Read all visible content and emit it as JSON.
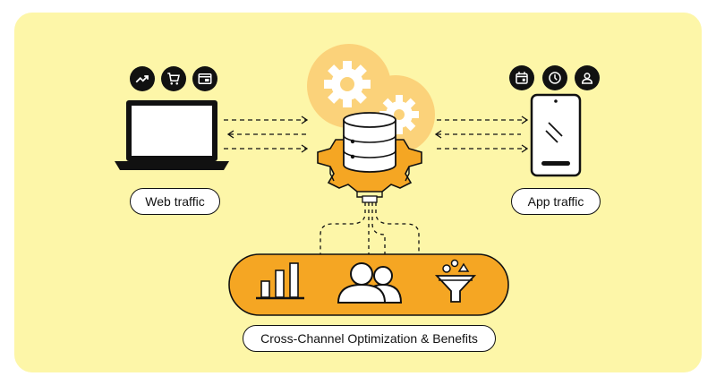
{
  "labels": {
    "web": "Web traffic",
    "app": "App traffic",
    "bottom": "Cross-Channel Optimization & Benefits"
  },
  "colors": {
    "background": "#fdf6a8",
    "accent": "#f5a623",
    "accent_light": "#fbd27a",
    "ink": "#111111"
  },
  "icons": {
    "web": [
      "trending-up-icon",
      "shopping-cart-icon",
      "browser-window-icon"
    ],
    "app": [
      "calendar-icon",
      "clock-icon",
      "user-icon"
    ],
    "hub": [
      "gear-icon",
      "database-icon"
    ],
    "benefits": [
      "bar-chart-icon",
      "audience-icon",
      "funnel-icon"
    ]
  }
}
